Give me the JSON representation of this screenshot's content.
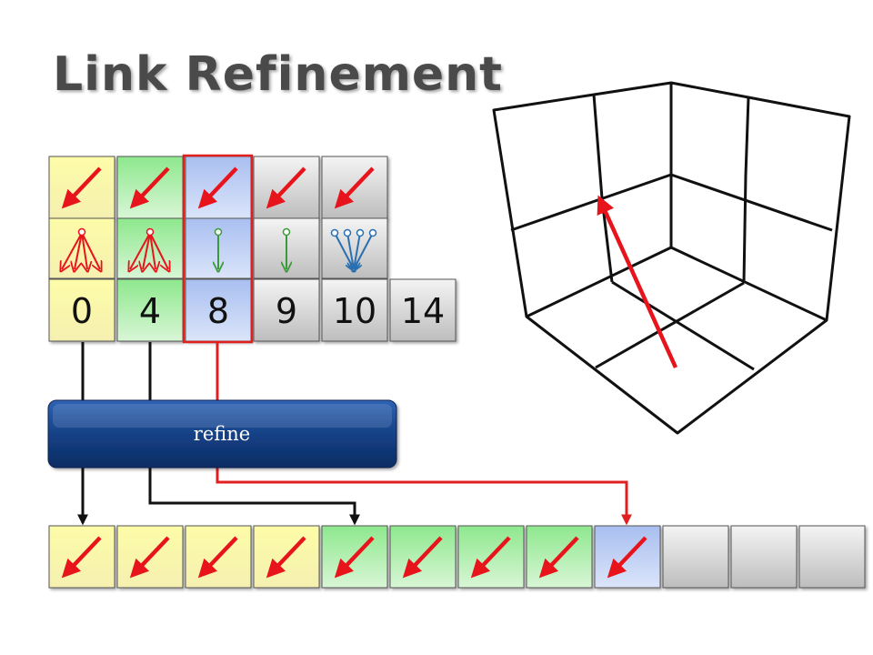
{
  "title": "Link Refinement",
  "refine_label": "refine",
  "top_row": {
    "labels": [
      "0",
      "4",
      "8",
      "9",
      "10",
      "14"
    ],
    "colors": [
      "yellow",
      "green",
      "blue",
      "gray",
      "gray",
      "gray"
    ],
    "arrow_colors": [
      "red",
      "red",
      "red",
      "red",
      "red"
    ],
    "fan_counts": [
      4,
      4,
      1,
      1,
      4
    ],
    "fan_colors": [
      "red",
      "red",
      "green",
      "green",
      "blue"
    ],
    "selected_index": 2
  },
  "bottom_row": {
    "colors": [
      "yellow",
      "yellow",
      "yellow",
      "yellow",
      "green",
      "green",
      "green",
      "green",
      "blue",
      "gray",
      "gray",
      "gray"
    ],
    "arrows": [
      true,
      true,
      true,
      true,
      true,
      true,
      true,
      true,
      true,
      false,
      false,
      false
    ]
  },
  "palette": {
    "red": "#e8141c",
    "green_arrow": "#3a9a3a",
    "blue_arrow": "#2a6fb0",
    "refine_bar": "#123a78",
    "highlight": "#e02020"
  }
}
